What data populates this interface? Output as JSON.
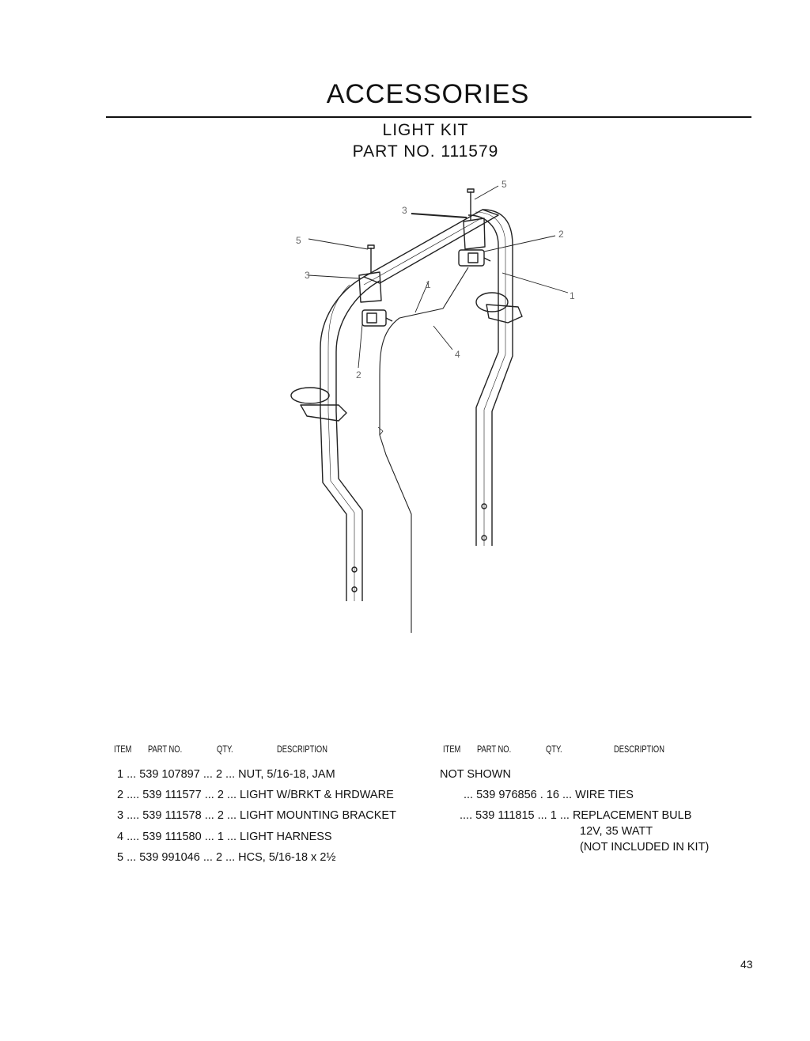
{
  "header": {
    "title": "ACCESSORIES",
    "subtitle_line1": "LIGHT KIT",
    "subtitle_line2": "PART NO. 111579"
  },
  "diagram": {
    "callouts": [
      "5",
      "3",
      "2",
      "1",
      "5",
      "3",
      "1",
      "4",
      "2"
    ]
  },
  "parts_table": {
    "left_headers": {
      "item": "ITEM",
      "part_no": "PART NO.",
      "qty": "QTY.",
      "description": "DESCRIPTION"
    },
    "right_headers": {
      "item": "ITEM",
      "part_no": "PART NO.",
      "qty": "QTY.",
      "description": "DESCRIPTION"
    },
    "left_rows": [
      "1 ... 539 107897 ... 2 ... NUT, 5/16-18, JAM",
      "2 .... 539 111577 ... 2 ... LIGHT W/BRKT & HRDWARE",
      "3 .... 539 111578 ... 2 ... LIGHT MOUNTING BRACKET",
      "4 .... 539 111580 ... 1 ... LIGHT HARNESS",
      "5 ... 539 991046 ... 2 ... HCS, 5/16-18 x 2½"
    ],
    "not_shown_label": "NOT SHOWN",
    "right_rows": [
      "... 539 976856 . 16 ... WIRE TIES",
      ".... 539 111815 ... 1 ... REPLACEMENT BULB",
      "12V, 35 WATT",
      "(NOT INCLUDED IN KIT)"
    ]
  },
  "page_number": "43"
}
